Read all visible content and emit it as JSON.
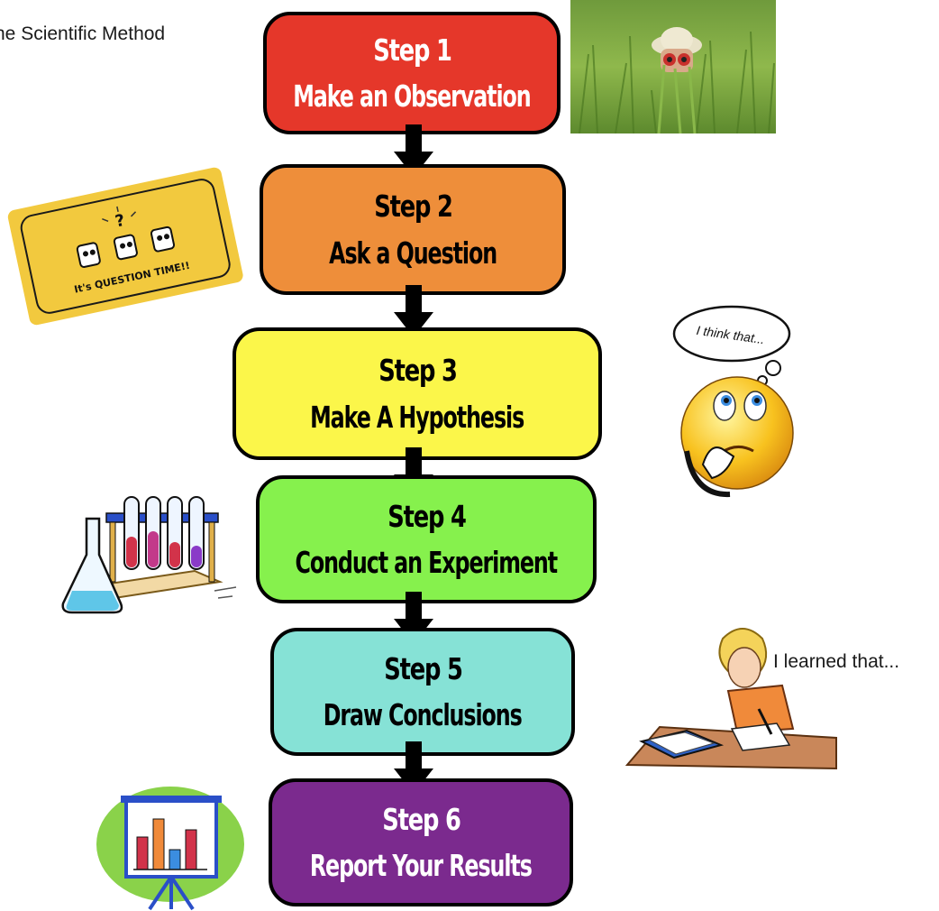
{
  "title": "he Scientific Method",
  "steps": [
    {
      "number": "Step 1",
      "label": "Make an Observation",
      "color": "#e5372a"
    },
    {
      "number": "Step 2",
      "label": "Ask a Question",
      "color": "#ee8e3a"
    },
    {
      "number": "Step 3",
      "label": "Make A Hypothesis",
      "color": "#fbf64a"
    },
    {
      "number": "Step 4",
      "label": "Conduct an Experiment",
      "color": "#86f14d"
    },
    {
      "number": "Step 5",
      "label": "Draw Conclusions",
      "color": "#86e2d6"
    },
    {
      "number": "Step 6",
      "label": "Report Your Results",
      "color": "#7b2a8e"
    }
  ],
  "question_card": {
    "symbol": "?",
    "caption": "It's QUESTION TIME!!",
    "color": "#f2c93e"
  },
  "thought_bubble": {
    "text": "I think that..."
  },
  "learned_caption": "I learned that..."
}
